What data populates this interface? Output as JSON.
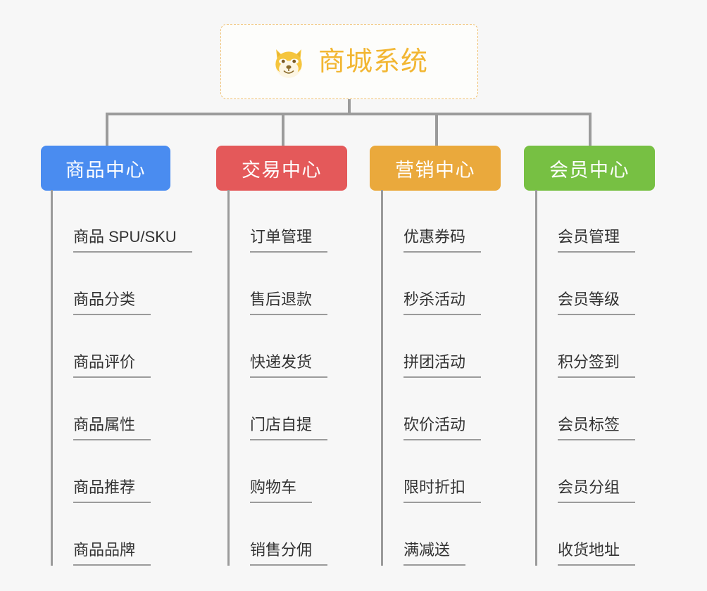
{
  "page": {
    "background_color": "#f7f7f7",
    "line_color": "#9b9b9b",
    "text_color": "#333333"
  },
  "root": {
    "title": "商城系统",
    "icon": "shiba-dog-face-emoji",
    "accent_color": "#f2b632",
    "border_color": "#f0c070",
    "background_color": "#fdfdfb"
  },
  "columns": [
    {
      "label": "商品中心",
      "color": "#4a8cf0",
      "items": [
        "商品 SPU/SKU",
        "商品分类",
        "商品评价",
        "商品属性",
        "商品推荐",
        "商品品牌"
      ]
    },
    {
      "label": "交易中心",
      "color": "#e4595a",
      "items": [
        "订单管理",
        "售后退款",
        "快递发货",
        "门店自提",
        "购物车",
        "销售分佣"
      ]
    },
    {
      "label": "营销中心",
      "color": "#eaa93c",
      "items": [
        "优惠券码",
        "秒杀活动",
        "拼团活动",
        "砍价活动",
        "限时折扣",
        "满减送"
      ]
    },
    {
      "label": "会员中心",
      "color": "#77c043",
      "items": [
        "会员管理",
        "会员等级",
        "积分签到",
        "会员标签",
        "会员分组",
        "收货地址"
      ]
    }
  ]
}
